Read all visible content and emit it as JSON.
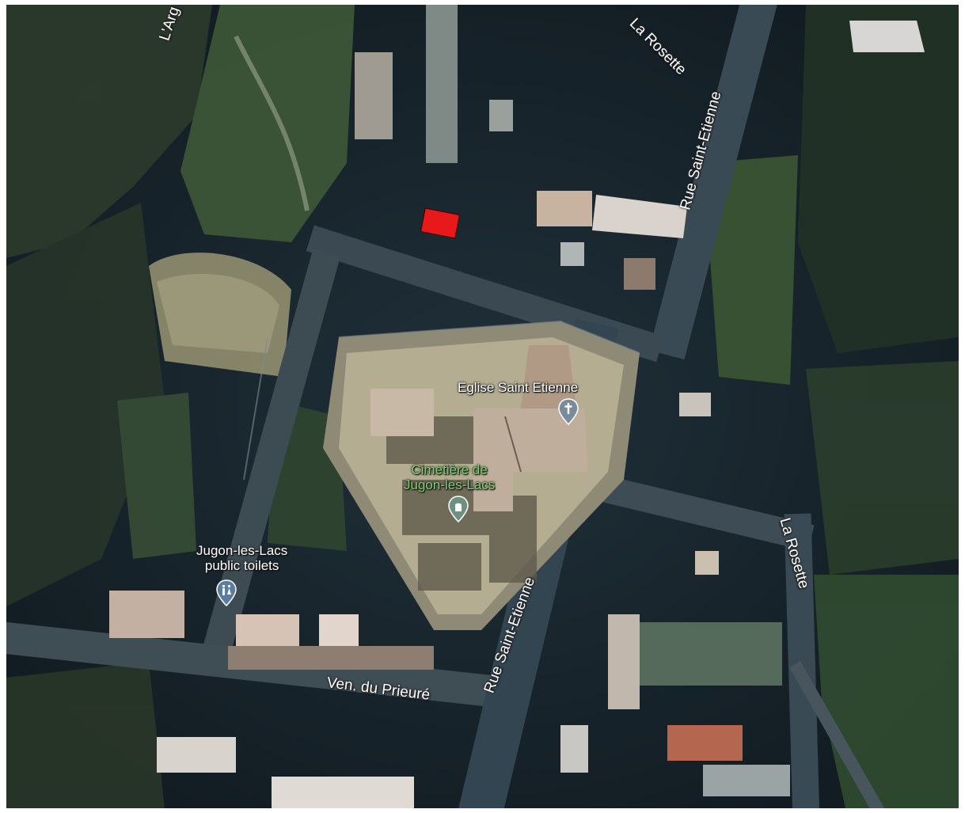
{
  "map": {
    "type": "satellite",
    "roads": [
      {
        "id": "rue-saint-etienne-north",
        "label": "Rue Saint-Etienne"
      },
      {
        "id": "rue-saint-etienne-south",
        "label": "Rue Saint-Etienne"
      },
      {
        "id": "la-rosette-north",
        "label": "La Rosette"
      },
      {
        "id": "la-rosette-east",
        "label": "La Rosette"
      },
      {
        "id": "ven-du-prieure",
        "label": "Ven. du Prieuré"
      },
      {
        "id": "l-arg",
        "label": "L'Arg"
      }
    ],
    "places": [
      {
        "id": "eglise",
        "label": "Eglise Saint Etienne",
        "icon": "cross-pin-icon",
        "color": "#7a8c99"
      },
      {
        "id": "cimetiere",
        "label_line1": "Cimetière de",
        "label_line2": "Jugon-les-Lacs",
        "icon": "cemetery-pin-icon",
        "color": "#6f8f80"
      },
      {
        "id": "toilets",
        "label_line1": "Jugon-les-Lacs",
        "label_line2": "public toilets",
        "icon": "toilets-pin-icon",
        "color": "#5b7e9e"
      }
    ],
    "marker": {
      "name": "red-location-marker",
      "color": "#e8191b"
    }
  }
}
